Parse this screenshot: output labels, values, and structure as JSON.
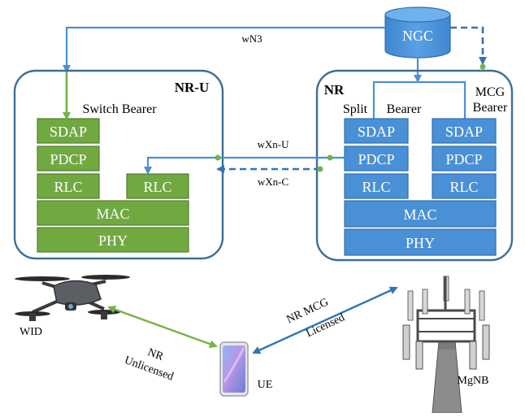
{
  "core": {
    "label": "NGC"
  },
  "links": {
    "wn3": "wN3",
    "wxn_u": "wXn-U",
    "wxn_c": "wXn-C"
  },
  "nru": {
    "title": "NR-U",
    "bearer_label": "Switch Bearer",
    "stack_left": [
      "SDAP",
      "PDCP",
      "RLC"
    ],
    "stack_right": [
      "RLC"
    ],
    "shared": [
      "MAC",
      "PHY"
    ]
  },
  "nr": {
    "title": "NR",
    "split_label": "Split",
    "bearer_label": "Bearer",
    "mcg_label_1": "MCG",
    "mcg_label_2": "Bearer",
    "stack_left": [
      "SDAP",
      "PDCP",
      "RLC"
    ],
    "stack_right": [
      "SDAP",
      "PDCP",
      "RLC"
    ],
    "shared": [
      "MAC",
      "PHY"
    ]
  },
  "devices": {
    "wid": "WID",
    "ue": "UE",
    "mgnb": "MgNB"
  },
  "radio_links": {
    "nr_unlicensed_1": "NR",
    "nr_unlicensed_2": "Unlicensed",
    "nr_mcg_1": "NR MCG",
    "nr_mcg_2": "Licensed"
  },
  "colors": {
    "nru_block": "#71a941",
    "nru_block_stroke": "#507e2c",
    "nr_block": "#4a90d6",
    "nr_block_stroke": "#2f6fae",
    "frame": "#3f6e96",
    "link_blue": "#4a90d6",
    "link_green": "#72b34a",
    "link_dark_blue": "#2f75b5"
  }
}
